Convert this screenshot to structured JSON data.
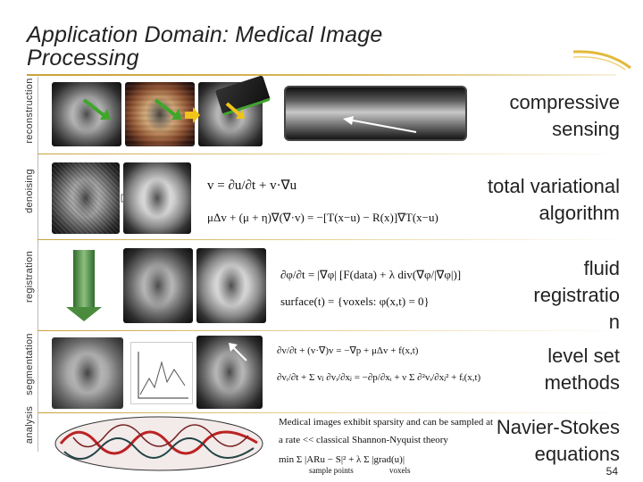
{
  "slide": {
    "title": "Application Domain: Medical Image Processing",
    "page_number": "54"
  },
  "sidebar": {
    "labels": [
      "reconstruction",
      "denoising",
      "registration",
      "segmentation",
      "analysis"
    ]
  },
  "rows": [
    {
      "text_lines": [
        "compressive",
        "sensing"
      ]
    },
    {
      "text_lines": [
        "total variational",
        "algorithm"
      ]
    },
    {
      "text_lines": [
        "fluid",
        "registratio",
        "n"
      ]
    },
    {
      "text_lines": [
        "level set",
        "methods"
      ]
    },
    {
      "text_lines": [
        "Navier-Stokes",
        "equations"
      ]
    }
  ],
  "equations": {
    "tv_1": "v = ∂u/∂t + v·∇u",
    "tv_2": "μΔv + (μ + η)∇(∇·v) = −[T(x−u) − R(x)]∇T(x−u)",
    "fluid_1": "∂φ/∂t = |∇φ| [F(data) + λ div(∇φ/|∇φ|)]",
    "fluid_2": "surface(t) = {voxels: φ(x,t) = 0}",
    "ns_1": "∂v/∂t + (v·∇)v = −∇p + μΔv + f(x,t)",
    "ns_2": "∂vᵢ/∂t + Σ vⱼ ∂vᵢ/∂xⱼ = −∂p/∂xᵢ + ν Σ ∂²vᵢ/∂xⱼ² + fᵢ(x,t)",
    "analysis_1": "Medical images exhibit sparsity and can be sampled at",
    "analysis_2": "a rate << classical Shannon-Nyquist theory",
    "analysis_3": "min Σ |ARu − S|² + λ Σ |grad(u)|",
    "analysis_sub1": "sample points",
    "analysis_sub2": "voxels"
  },
  "colors": {
    "accent_gold": "#c9a13c",
    "arrow_green": "#3fa62a",
    "registration_green": "#4a8b3d"
  }
}
